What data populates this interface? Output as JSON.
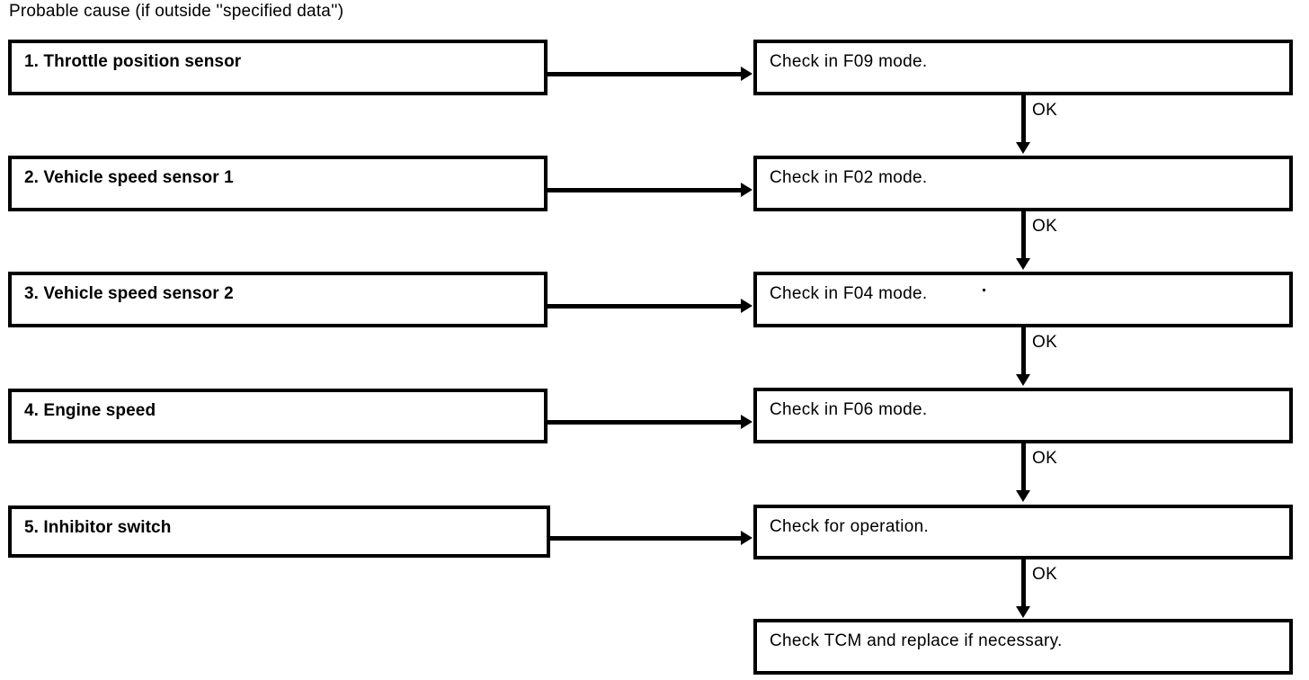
{
  "diagram": {
    "caption": "Probable cause (if outside ''specified data'')",
    "connector_label": "OK",
    "line_color": "#000000",
    "background_color": "#ffffff",
    "cause_items": [
      {
        "label": "1. Throttle position sensor"
      },
      {
        "label": "2. Vehicle speed sensor 1"
      },
      {
        "label": "3. Vehicle speed sensor 2"
      },
      {
        "label": "4. Engine speed"
      },
      {
        "label": "5. Inhibitor switch"
      }
    ],
    "check_items": [
      {
        "label": "Check in F09 mode."
      },
      {
        "label": "Check in F02 mode."
      },
      {
        "label": "Check in F04 mode."
      },
      {
        "label": "Check in F06 mode."
      },
      {
        "label": "Check for operation."
      },
      {
        "label": "Check TCM and replace if necessary."
      }
    ],
    "ok_labels": [
      "OK",
      "OK",
      "OK",
      "OK",
      "OK"
    ]
  }
}
